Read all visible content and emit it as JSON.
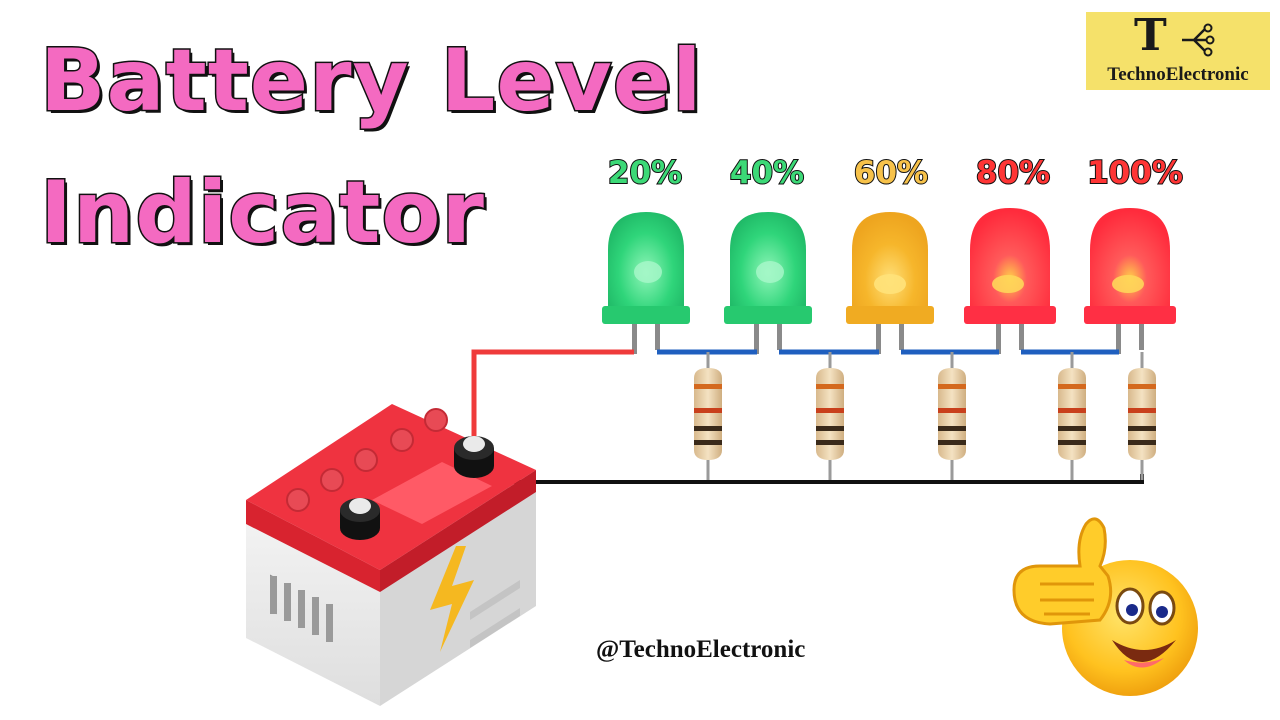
{
  "title": {
    "line1": "Battery Level",
    "line2": "Indicator"
  },
  "logo": {
    "letter": "T",
    "text": "TechnoElectronic",
    "icon": "circuit-node-icon"
  },
  "led_labels": [
    {
      "text": "20%",
      "color": "#3cd977"
    },
    {
      "text": "40%",
      "color": "#3cd977"
    },
    {
      "text": "60%",
      "color": "#f7c24a"
    },
    {
      "text": "80%",
      "color": "#ff3535"
    },
    {
      "text": "100%",
      "color": "#ff3535"
    }
  ],
  "colors": {
    "title_pink": "#f46ac1",
    "wire_positive": "#ef3b3b",
    "wire_negative": "#111111",
    "wire_link": "#1f5fbf",
    "battery_top": "#ef3340",
    "battery_body": "#eeeeee",
    "bolt": "#f5b820"
  },
  "credit": "@TechnoElectronic",
  "icons": [
    "battery-icon",
    "lightning-bolt-icon",
    "thumbs-up-emoji-icon"
  ]
}
